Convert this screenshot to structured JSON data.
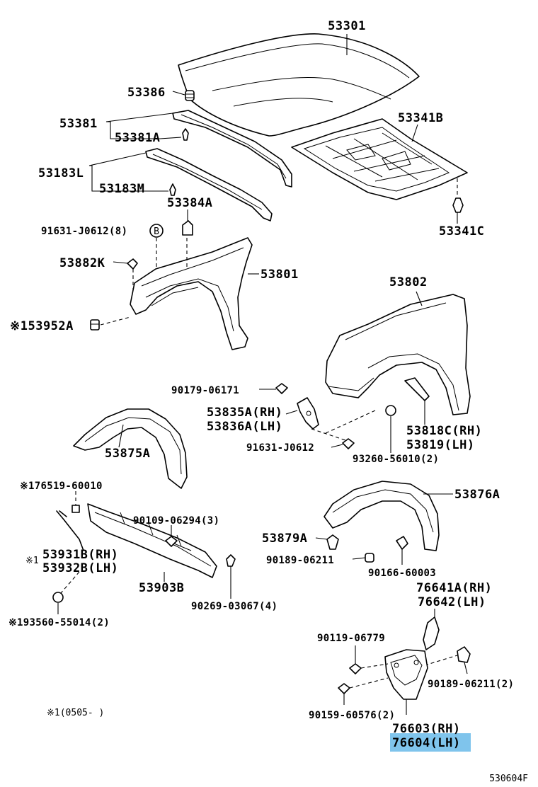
{
  "catalog_code": "530604F",
  "footnote": "※1(0505-      )",
  "highlight_color": "#7fc4ec",
  "labels": {
    "hood": "53301",
    "cushion": "53386",
    "seal_rh": "53381",
    "seal_clip": "53381A",
    "seal_lh": "53183L",
    "seal_clip2": "53183M",
    "stopper": "53384A",
    "nut_clip": "91631-J0612(8)",
    "clip_k": "53882K",
    "fender_rh": "53801",
    "grommet": "※153952A",
    "insulator": "53341B",
    "insulator_clip": "53341C",
    "fender_lh": "53802",
    "bolt1": "90179-06171",
    "bracket_rh": "53835A(RH)",
    "bracket_lh": "53836A(LH)",
    "nut2": "91631-J0612",
    "screw": "93260-56010(2)",
    "mud_rh": "53818C(RH)",
    "mud_lh": "53819(LH)",
    "liner_rh": "53875A",
    "liner_lh": "53876A",
    "clip3": "※176519-60010",
    "bolt4": "90109-06294(3)",
    "clip5": "53879A",
    "clip6": "90189-06211",
    "clip7": "90166-60003",
    "moulding_prefix": "※1",
    "moulding_rh": "53931B(RH)",
    "moulding_lh": "53932B(LH)",
    "apron": "53903B",
    "clip8": "90269-03067(4)",
    "screw9": "※193560-55014(2)",
    "flap_rh_a": "76641A(RH)",
    "flap_lh_a": "76642(LH)",
    "bolt10": "90119-06779",
    "clip11": "90189-06211(2)",
    "screw12": "90159-60576(2)",
    "mudguard_rh": "76603(RH)",
    "mudguard_lh": "76604(LH)",
    "b_mark": "B"
  }
}
